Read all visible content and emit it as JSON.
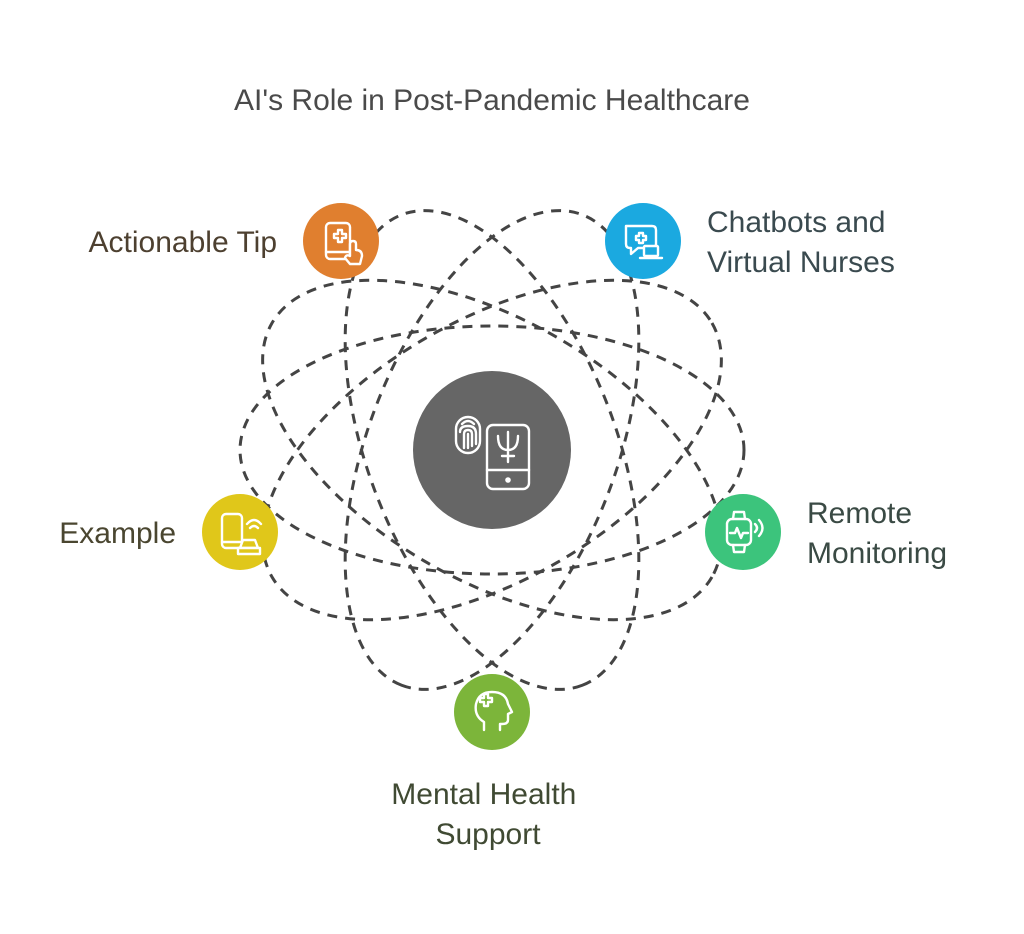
{
  "title": "AI's Role in Post-Pandemic Healthcare",
  "center": {
    "icon": "smartphone-fingerprint-icon",
    "color": "#666666"
  },
  "nodes": [
    {
      "id": "actionable-tip",
      "lines": [
        "Actionable Tip"
      ],
      "color": "#e07f2f",
      "text_color": "#4d4030",
      "icon": "phone-medical-touch-icon"
    },
    {
      "id": "chatbots",
      "lines": [
        "Chatbots and",
        "Virtual Nurses"
      ],
      "color": "#1ba9e0",
      "text_color": "#3a4a4f",
      "icon": "chat-medical-laptop-icon"
    },
    {
      "id": "remote-monitoring",
      "lines": [
        "Remote",
        "Monitoring"
      ],
      "color": "#3cc47c",
      "text_color": "#3a4a44",
      "icon": "smartwatch-heartbeat-icon"
    },
    {
      "id": "mental-health",
      "lines": [
        "Mental Health",
        "Support"
      ],
      "color": "#7cb53a",
      "text_color": "#404a33",
      "icon": "head-medical-cross-icon"
    },
    {
      "id": "example",
      "lines": [
        "Example"
      ],
      "color": "#e0c71a",
      "text_color": "#4a4630",
      "icon": "phone-car-signal-icon"
    }
  ]
}
